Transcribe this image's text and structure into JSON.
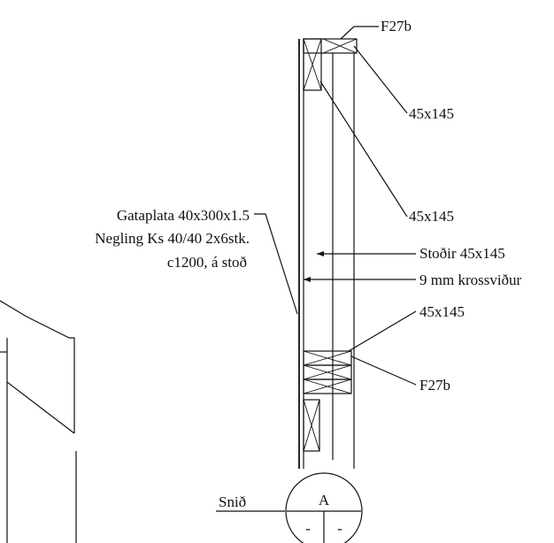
{
  "labels": {
    "f27b_top": "F27b",
    "dim_top": "45x145",
    "dim_mid": "45x145",
    "stodir": "Stoðir 45x145",
    "krossvidur": "9 mm krossviður",
    "dim_lower": "45x145",
    "f27b_bottom": "F27b",
    "gataplata_line1": "Gataplata 40x300x1.5",
    "gataplata_line2": "Negling Ks 40/40 2x6stk.",
    "gataplata_line3": "c1200,  á stoð"
  },
  "section": {
    "title": "Snið",
    "letter": "A",
    "left_mark": "-",
    "right_mark": "-"
  }
}
